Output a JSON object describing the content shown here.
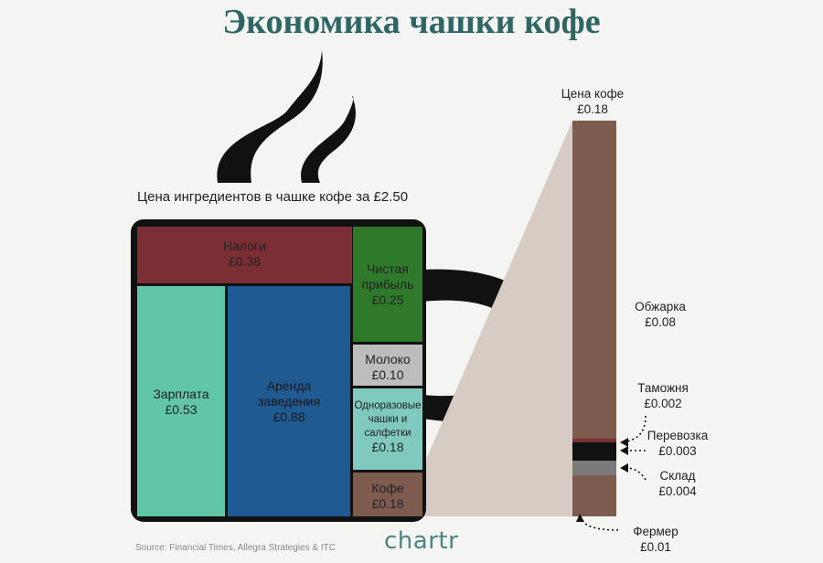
{
  "title": "Экономика чашки кофе",
  "source": "Source: Financial Times, Allegra Strategies & ITC",
  "logo": "chartr",
  "chart_data": [
    {
      "type": "treemap",
      "title": "Цена ингредиентов в чашке кофе за £2.50",
      "total": 2.5,
      "items": [
        {
          "name": "Налоги",
          "label": "£0.38",
          "value": 0.38,
          "color": "#7b2e34"
        },
        {
          "name": "Чистая прибыль",
          "label": "£0.25",
          "value": 0.25,
          "color": "#2f7a2a"
        },
        {
          "name": "Зарплата",
          "label": "£0.53",
          "value": 0.53,
          "color": "#61c6a8"
        },
        {
          "name": "Аренда заведения",
          "label": "£0.88",
          "value": 0.88,
          "color": "#1f5a93"
        },
        {
          "name": "Молоко",
          "label": "£0.10",
          "value": 0.1,
          "color": "#bdbdbd"
        },
        {
          "name": "Одноразовые чашки и салфетки",
          "label": "£0.18",
          "value": 0.18,
          "color": "#7fc9be"
        },
        {
          "name": "Кофе",
          "label": "£0.18",
          "value": 0.18,
          "color": "#7e5b4f"
        }
      ]
    },
    {
      "type": "bar",
      "stacked": true,
      "title": "Цена кофе",
      "total_label": "£0.18",
      "total": 0.18,
      "segments": [
        {
          "name": "Обжарка",
          "label": "£0.08",
          "value": 0.08,
          "color": "#7e5b4f"
        },
        {
          "name": "Таможня",
          "label": "£0.002",
          "value": 0.002,
          "color": "#7b2e34"
        },
        {
          "name": "Перевозка",
          "label": "£0.003",
          "value": 0.003,
          "color": "#111111"
        },
        {
          "name": "Склад",
          "label": "£0.004",
          "value": 0.004,
          "color": "#7a7a7a"
        },
        {
          "name": "Фермер",
          "label": "£0.01",
          "value": 0.01,
          "color": "#7e5b4f"
        }
      ]
    }
  ]
}
